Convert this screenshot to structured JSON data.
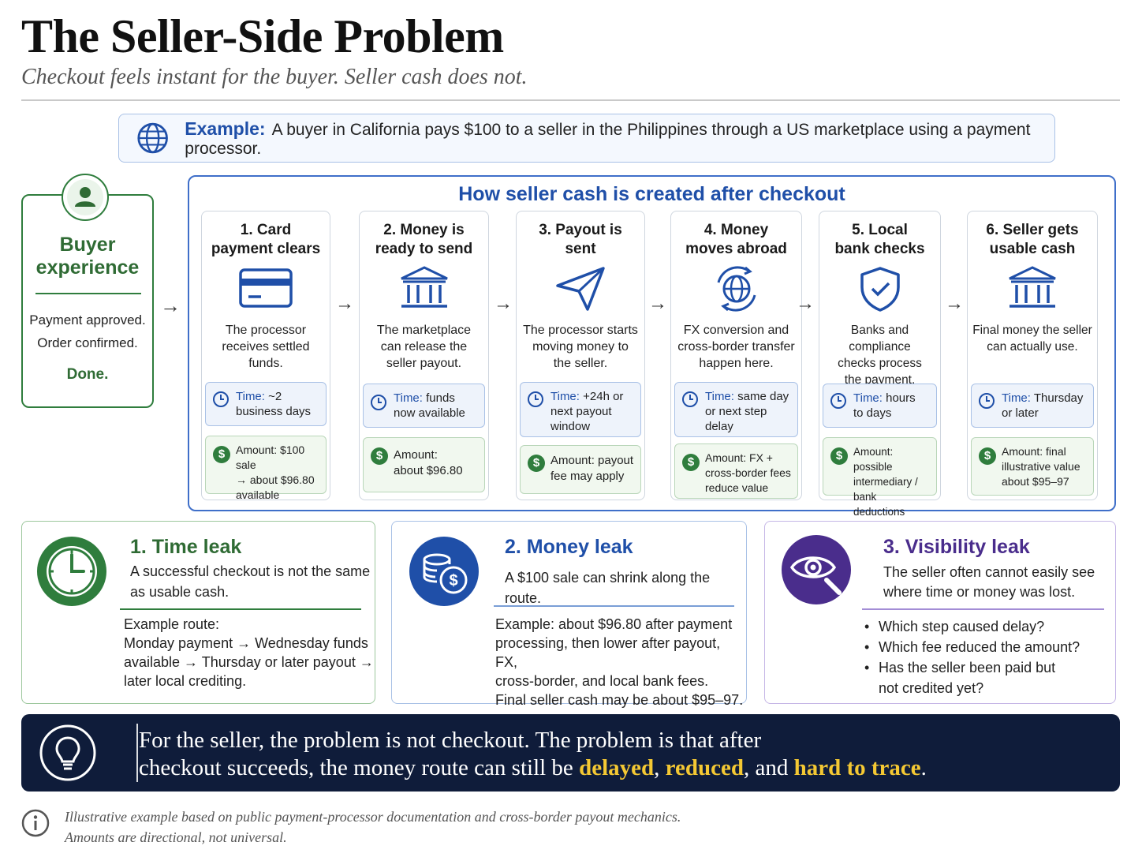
{
  "header": {
    "title": "The Seller-Side Problem",
    "subtitle": "Checkout feels instant for the buyer. Seller cash does not."
  },
  "example": {
    "label": "Example:",
    "text": "A buyer in California pays $100 to a seller in the Philippines through a US marketplace using a payment processor."
  },
  "buyer": {
    "title_line1": "Buyer",
    "title_line2": "experience",
    "line1": "Payment approved.",
    "line2": "Order confirmed.",
    "done": "Done."
  },
  "arrow_glyph": "→",
  "flow": {
    "title": "How seller cash is created after checkout",
    "steps": [
      {
        "title_l1": "1. Card",
        "title_l2": "payment clears",
        "desc": [
          "The processor",
          "receives settled",
          "funds."
        ],
        "time_label": "Time:",
        "time_l1": "~2",
        "time_l2": "business days",
        "time_l3": "",
        "amount_l1": "Amount: $100 sale",
        "amount_l2": "→ about $96.80",
        "amount_l3": "available"
      },
      {
        "title_l1": "2. Money is",
        "title_l2": "ready to send",
        "desc": [
          "The marketplace",
          "can release the",
          "seller payout."
        ],
        "time_label": "Time:",
        "time_l1": "funds",
        "time_l2": "now available",
        "time_l3": "",
        "amount_l1": "Amount:",
        "amount_l2": "about $96.80",
        "amount_l3": ""
      },
      {
        "title_l1": "3. Payout is",
        "title_l2": "sent",
        "desc": [
          "The processor starts",
          "moving money to",
          "the seller."
        ],
        "time_label": "Time:",
        "time_l1": "+24h or",
        "time_l2": "next payout",
        "time_l3": "window",
        "amount_l1": "Amount: payout",
        "amount_l2": "fee may apply",
        "amount_l3": ""
      },
      {
        "title_l1": "4. Money",
        "title_l2": "moves abroad",
        "desc": [
          "FX conversion and",
          "cross-border transfer",
          "happen here."
        ],
        "time_label": "Time:",
        "time_l1": "same day",
        "time_l2": "or next step",
        "time_l3": "delay",
        "amount_l1": "Amount: FX +",
        "amount_l2": "cross-border fees",
        "amount_l3": "reduce value"
      },
      {
        "title_l1": "5. Local",
        "title_l2": "bank checks",
        "desc": [
          "Banks and compliance",
          "checks process",
          "the payment."
        ],
        "time_label": "Time:",
        "time_l1": "hours",
        "time_l2": "to days",
        "time_l3": "",
        "amount_l1": "Amount: possible",
        "amount_l2": "intermediary / bank",
        "amount_l3": "deductions"
      },
      {
        "title_l1": "6. Seller gets",
        "title_l2": "usable cash",
        "desc": [
          "Final money the seller",
          "can actually use.",
          ""
        ],
        "time_label": "Time:",
        "time_l1": "Thursday",
        "time_l2": "or later",
        "time_l3": "",
        "amount_l1": "Amount: final",
        "amount_l2": "illustrative value",
        "amount_l3": "about $95–97"
      }
    ]
  },
  "leaks": {
    "time": {
      "title": "1. Time leak",
      "text_l1": "A successful checkout is not the same",
      "text_l2": "as usable cash.",
      "route_l1": "Example route:",
      "route_l2": "Monday payment → Wednesday funds",
      "route_l3": "available → Thursday or later payout →",
      "route_l4": "later local crediting."
    },
    "money": {
      "title": "2. Money leak",
      "text_l1": "A $100 sale can shrink along the route.",
      "ex_l1": "Example: about $96.80 after payment",
      "ex_l2": "processing, then lower after payout, FX,",
      "ex_l3": "cross-border, and local bank fees.",
      "ex_l4": "Final seller cash may be about $95–97."
    },
    "visibility": {
      "title": "3. Visibility leak",
      "text_l1": "The seller often cannot easily see",
      "text_l2": "where time or money was lost.",
      "q1": "Which step caused delay?",
      "q2": "Which fee reduced the amount?",
      "q3_l1": "Has the seller been paid but",
      "q3_l2": "not credited yet?"
    }
  },
  "banner": {
    "line1": "For the seller, the problem is not checkout. The problem is that after",
    "line2_a": "checkout succeeds, the money route can still be ",
    "hl1": "delayed",
    "sep1": ", ",
    "hl2": "reduced",
    "sep2": ", and ",
    "hl3": "hard to trace",
    "end": "."
  },
  "footnote": {
    "line1": "Illustrative example based on public payment-processor documentation and cross-border payout mechanics.",
    "line2": "Amounts are directional, not universal."
  },
  "colors": {
    "blue_accent": "#1f4fa8",
    "green_accent": "#2f7d3d",
    "purple_accent": "#4a2d8c",
    "banner_bg": "#0f1c3a",
    "highlight": "#f4c833"
  }
}
